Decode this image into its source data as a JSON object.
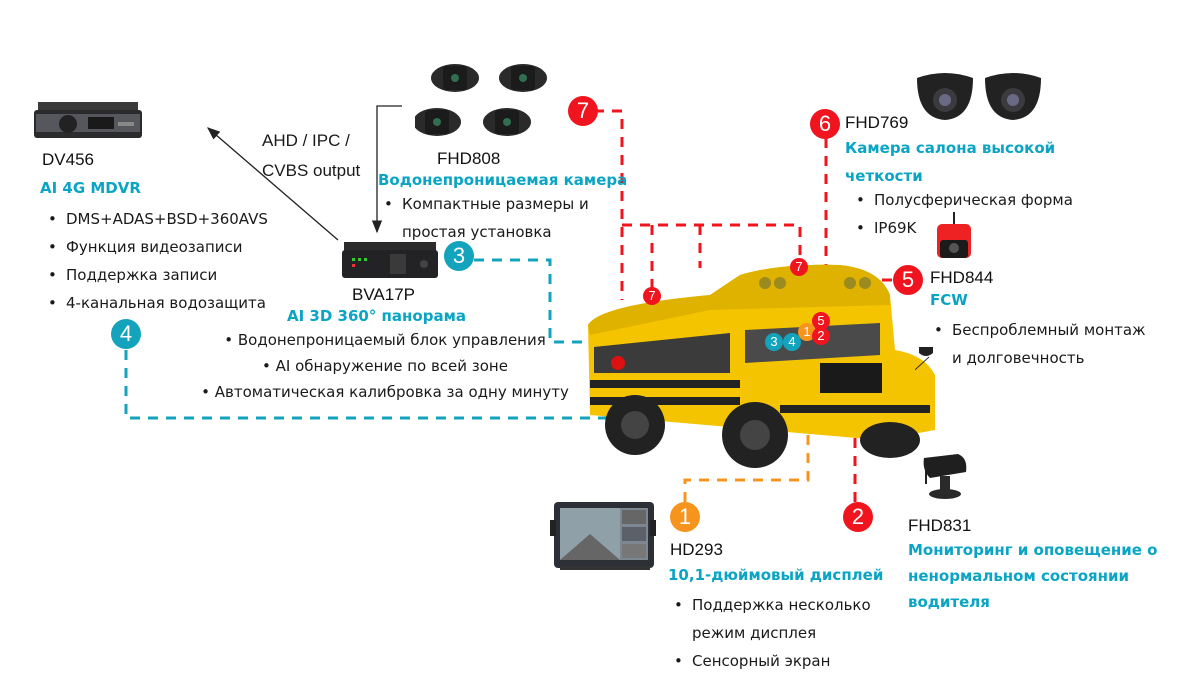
{
  "colors": {
    "accent_teal": "#0aa5c4",
    "red": "#f0141e",
    "orange": "#f7941d",
    "teal_line": "#13a3bd"
  },
  "arrow_label": {
    "line1": "AHD / IPC /",
    "line2": "CVBS output"
  },
  "devices": {
    "dv456": {
      "model": "DV456",
      "title": "AI 4G MDVR",
      "bullets": [
        "DMS+ADAS+BSD+360AVS",
        "Функция видеозаписи",
        "Поддержка записи",
        "4-канальная водозащита"
      ],
      "badge": "4",
      "icon": "mdvr-device-icon"
    },
    "fhd808": {
      "model": "FHD808",
      "title": "Водонепроницаемая камера",
      "bullets": [
        "Компактные размеры и",
        "простая установка"
      ],
      "badge": "7",
      "icon": "compact-camera-icon"
    },
    "bva17p": {
      "model": "BVA17P",
      "title": "AI 3D 360° панорама",
      "bullets": [
        "Водонепроницаемый блок управления",
        "AI обнаружение по всей зоне",
        "Автоматическая калибровка за одну минуту"
      ],
      "badge": "3",
      "icon": "control-box-icon"
    },
    "fhd769": {
      "model": "FHD769",
      "title_line1": "Камера салона высокой",
      "title_line2": "четкости",
      "bullets": [
        "Полусферическая форма",
        "IP69K"
      ],
      "badge": "6",
      "icon": "dome-camera-icon"
    },
    "fhd844": {
      "model": "FHD844",
      "title": "FCW",
      "bullets": [
        "Беспроблемный монтаж",
        "и долговечность"
      ],
      "badge": "5",
      "icon": "dashcam-icon"
    },
    "hd293": {
      "model": "HD293",
      "title": "10,1-дюймовый дисплей",
      "bullets": [
        "Поддержка несколько",
        "режим дисплея",
        "Сенсорный экран"
      ],
      "badge": "1",
      "icon": "monitor-icon"
    },
    "fhd831": {
      "model": "FHD831",
      "title_line1": "Мониторинг и оповещение о",
      "title_line2": "ненормальном состоянии",
      "title_line3": "водителя",
      "badge": "2",
      "icon": "driver-monitor-camera-icon"
    }
  },
  "bus_badges": [
    "7",
    "7",
    "5",
    "1",
    "2",
    "3",
    "4"
  ],
  "bus": {
    "icon": "school-bus-icon"
  }
}
